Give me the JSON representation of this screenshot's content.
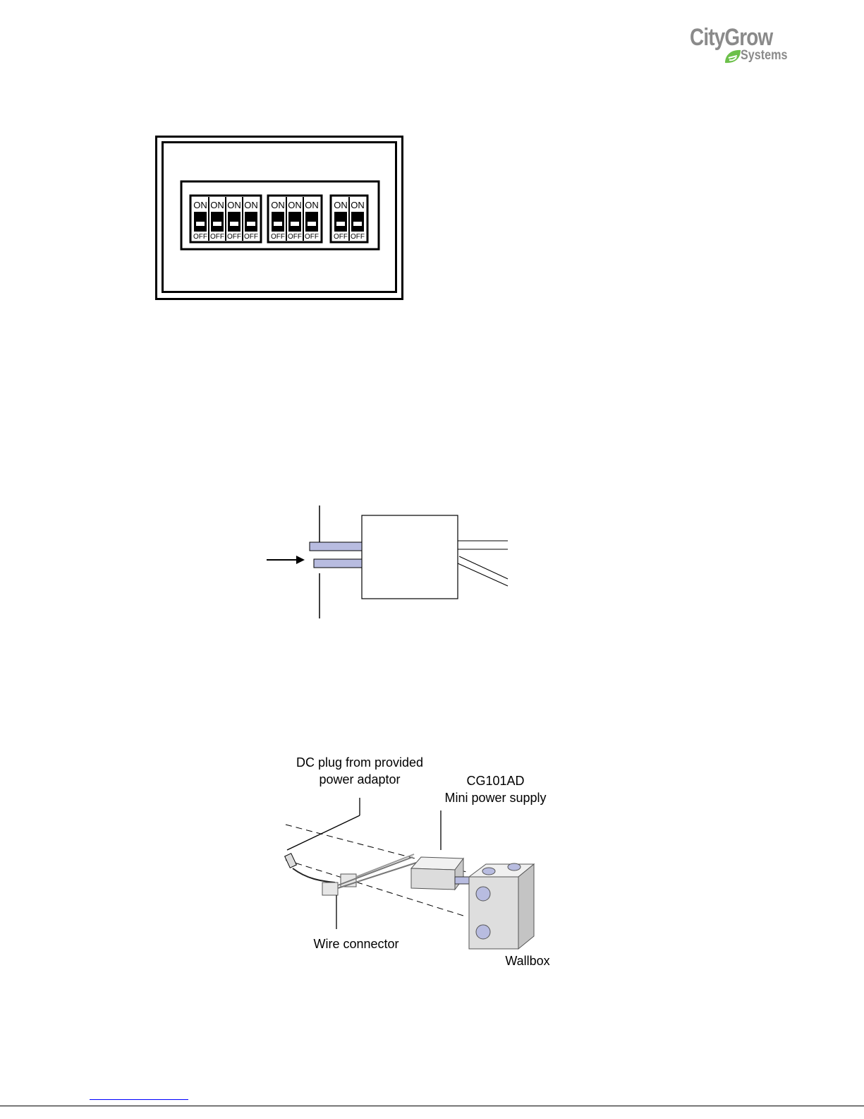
{
  "logo": {
    "line1": "CityGrow",
    "line2": "Systems",
    "mark": "e-leaf-icon"
  },
  "dip_switch": {
    "groups": [
      {
        "switches": [
          {
            "on_label": "ON",
            "off_label": "OFF",
            "state": "off"
          },
          {
            "on_label": "ON",
            "off_label": "OFF",
            "state": "off"
          },
          {
            "on_label": "ON",
            "off_label": "OFF",
            "state": "off"
          },
          {
            "on_label": "ON",
            "off_label": "OFF",
            "state": "off"
          }
        ]
      },
      {
        "switches": [
          {
            "on_label": "ON",
            "off_label": "OFF",
            "state": "off"
          },
          {
            "on_label": "ON",
            "off_label": "OFF",
            "state": "off"
          },
          {
            "on_label": "ON",
            "off_label": "OFF",
            "state": "off"
          }
        ]
      },
      {
        "switches": [
          {
            "on_label": "ON",
            "off_label": "OFF",
            "state": "off"
          },
          {
            "on_label": "ON",
            "off_label": "OFF",
            "state": "off"
          }
        ]
      }
    ]
  },
  "installation": {
    "dc_plug_label_line1": "DC plug  from provided",
    "dc_plug_label_line2": "power adaptor",
    "supply_label_line1": "CG101AD",
    "supply_label_line2": "Mini power supply",
    "wire_connector_label": "Wire connector",
    "wallbox_label": "Wallbox"
  },
  "colors": {
    "logo_gray": "#8a8a8a",
    "logo_green": "#6cc04a",
    "pin_fill": "#b8bce0",
    "link_blue": "#0000ff"
  }
}
